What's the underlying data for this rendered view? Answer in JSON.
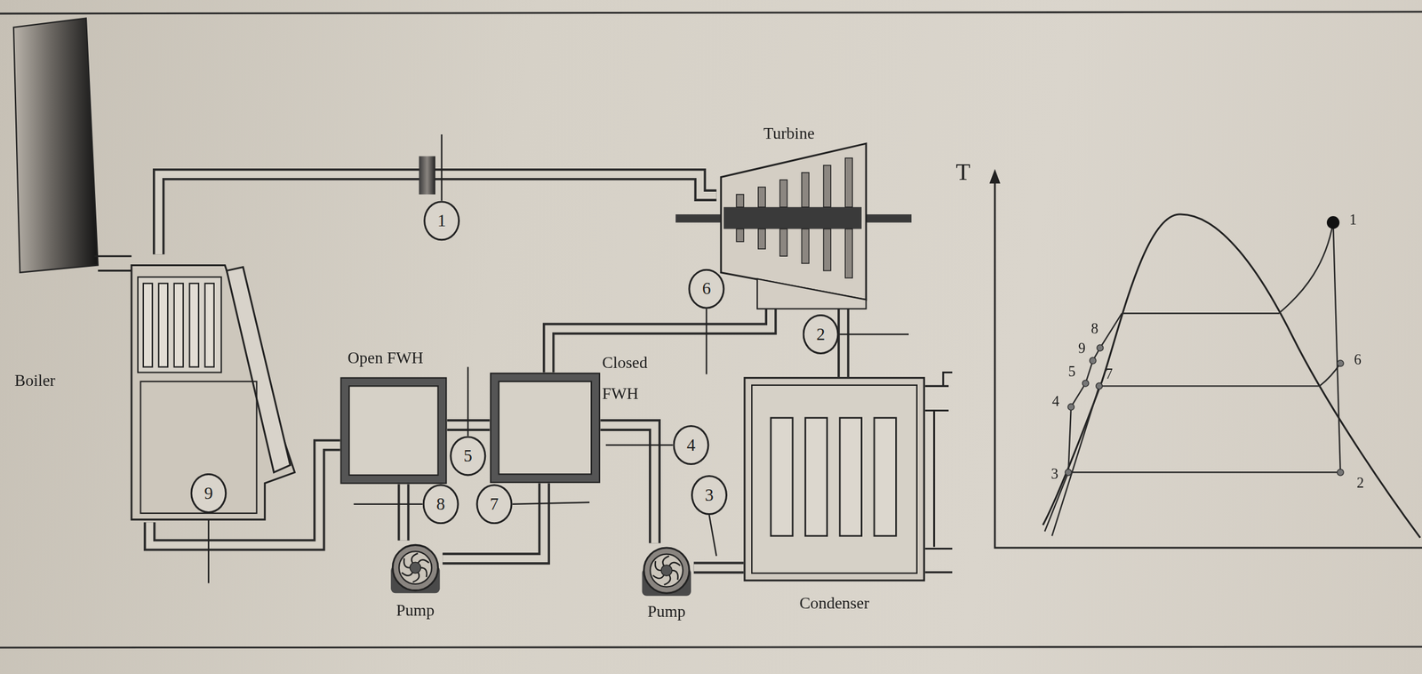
{
  "diagram": {
    "nodes": [
      {
        "text": [
          "Boiler"
        ]
      },
      {
        "text": [
          "Turbine"
        ]
      },
      {
        "text": [
          "Open FWH"
        ]
      },
      {
        "text": [
          "Closed FWH"
        ]
      },
      {
        "text": [
          "Pump"
        ]
      },
      {
        "text": [
          "Pump"
        ]
      },
      {
        "text": [
          "Condenser"
        ]
      },
      {
        "text": [
          "1"
        ]
      },
      {
        "text": [
          "6"
        ]
      },
      {
        "text": [
          "2"
        ]
      },
      {
        "text": [
          "4"
        ]
      },
      {
        "text": [
          "5"
        ]
      },
      {
        "text": [
          "9"
        ]
      },
      {
        "text": [
          "3"
        ]
      },
      {
        "text": [
          "8"
        ]
      },
      {
        "text": [
          "7"
        ]
      }
    ],
    "edges": [
      {
        "from": 0,
        "to": 1,
        "arrow": "none"
      },
      {
        "from": 1,
        "to": 6,
        "arrow": "none"
      },
      {
        "from": 1,
        "to": 3,
        "arrow": "none"
      },
      {
        "from": 6,
        "to": 5,
        "arrow": "none"
      },
      {
        "from": 5,
        "to": 3,
        "arrow": "none"
      },
      {
        "from": 3,
        "to": 2,
        "arrow": "none"
      },
      {
        "from": 3,
        "to": 4,
        "arrow": "none"
      },
      {
        "from": 4,
        "to": 2,
        "arrow": "none"
      },
      {
        "from": 2,
        "to": 0,
        "arrow": "none"
      }
    ],
    "labels": [
      "T",
      "1",
      "8",
      "9",
      "5",
      "6",
      "7",
      "4",
      "3",
      "2"
    ]
  }
}
